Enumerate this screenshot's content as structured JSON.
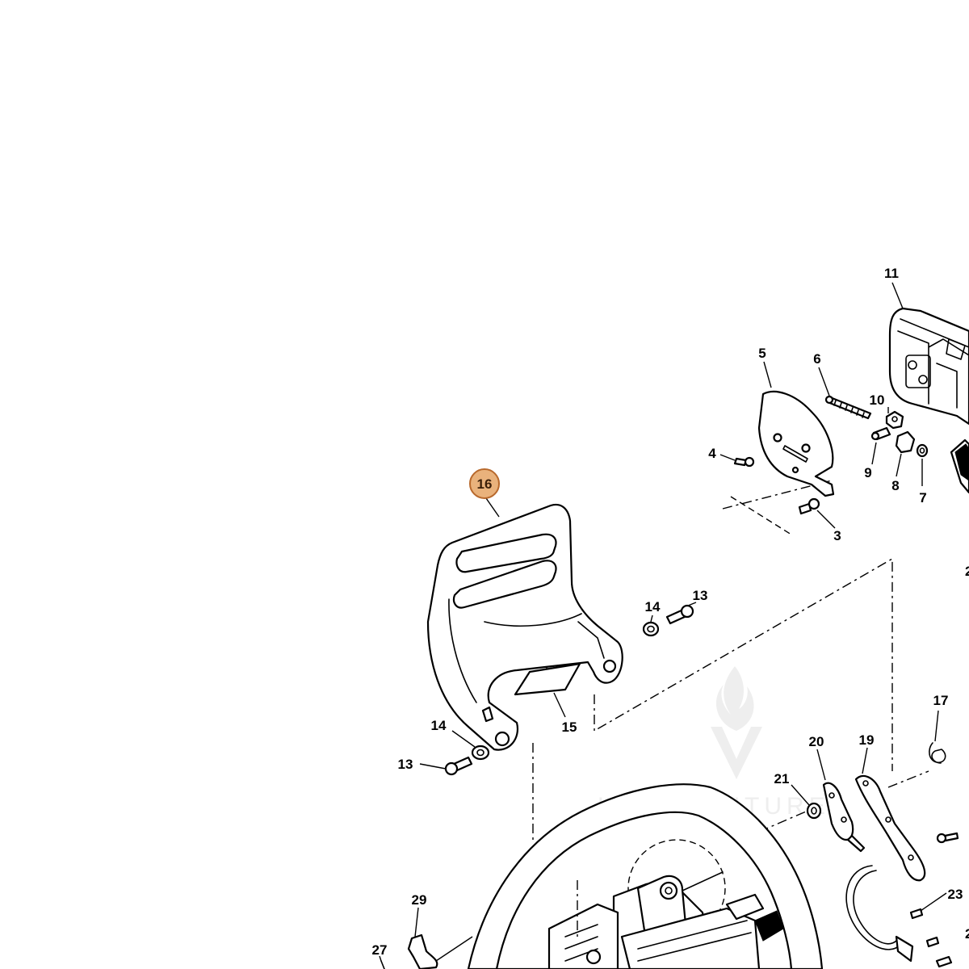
{
  "diagram": {
    "highlight_color": "#e9b27c",
    "highlight_stroke": "#b8692c",
    "callouts": [
      "16",
      "11",
      "5",
      "6",
      "10",
      "4",
      "9",
      "8",
      "7",
      "3",
      "14",
      "13",
      "14",
      "13",
      "15",
      "17",
      "20",
      "19",
      "21",
      "29",
      "27",
      "23",
      "2",
      "2"
    ]
  },
  "watermark": {
    "text": "LEADVENTURE"
  }
}
